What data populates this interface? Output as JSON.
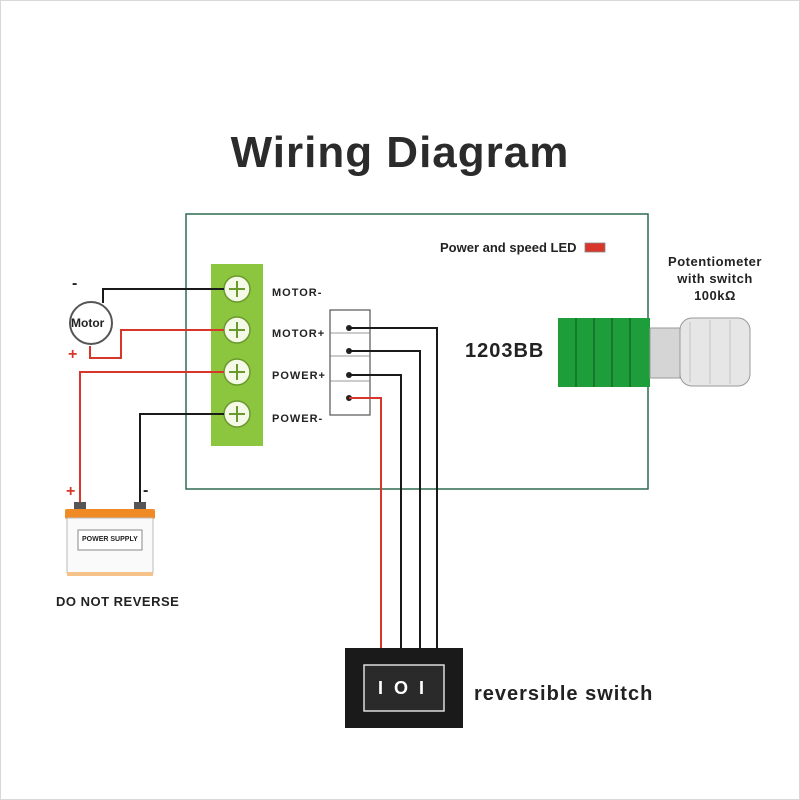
{
  "title": "Wiring Diagram",
  "board": {
    "model": "1203BB",
    "led_label": "Power and speed LED",
    "terminals": [
      "MOTOR-",
      "MOTOR+",
      "POWER+",
      "POWER-"
    ]
  },
  "potentiometer": {
    "line1": "Potentiometer",
    "line2": "with switch",
    "line3": "100kΩ"
  },
  "motor": {
    "label": "Motor",
    "minus": "-",
    "plus": "+"
  },
  "power_supply": {
    "label": "POWER SUPPLY",
    "plus": "+",
    "minus": "-",
    "warning": "DO NOT REVERSE"
  },
  "switch": {
    "label": "reversible switch",
    "face": "I O I"
  },
  "colors": {
    "green": "#8cc63f",
    "board_border": "#2e6b50",
    "red_wire": "#d9362b",
    "black_wire": "#1a1a1a",
    "pot_green": "#1e9e3a",
    "battery_orange": "#f08a24"
  }
}
